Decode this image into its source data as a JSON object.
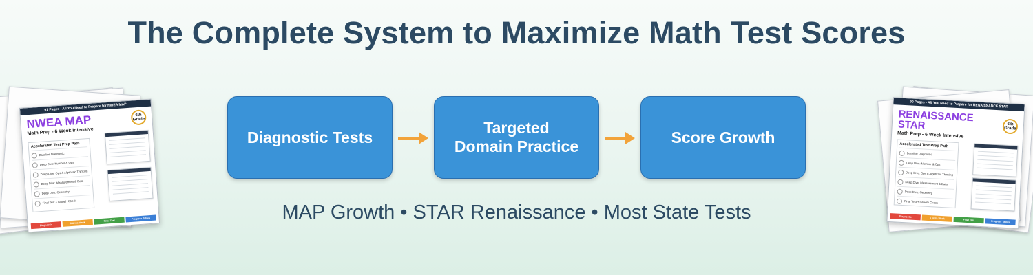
{
  "title": "The Complete System to Maximize Math Test Scores",
  "steps": [
    {
      "label": "Diagnostic Tests"
    },
    {
      "label": "Targeted\nDomain Practice"
    },
    {
      "label": "Score Growth"
    }
  ],
  "subtitle": "MAP Growth • STAR Renaissance • Most State Tests",
  "colors": {
    "title": "#2c4a63",
    "step_fill": "#3a93d8",
    "arrow": "#f2a33a",
    "product_title": "#8c3fe0"
  },
  "products": [
    {
      "topbar": "91 Pages - All You Need to Prepare for NWEA MAP",
      "title": "NWEA MAP",
      "subtitle": "Math Prep - 6 Week Intensive",
      "grade": "6th\nGrade",
      "path_title": "Accelerated Test Prep Path",
      "path_items": [
        "Baseline Diagnostic",
        "Deep Dive: Number & Ops",
        "Deep Dive: Ops & Algebraic Thinking",
        "Deep Dive: Measurement & Data",
        "Deep Dive: Geometry",
        "Final Test + Growth Check"
      ],
      "buttons": [
        "Diagnostic",
        "6 Units Week",
        "Final Test",
        "Progress Tables"
      ]
    },
    {
      "topbar": "90 Pages - All You Need to Prepare for RENAISSANCE STAR",
      "title": "RENAISSANCE STAR",
      "subtitle": "Math Prep - 6 Week Intensive",
      "grade": "6th\nGrade",
      "path_title": "Accelerated Test Prep Path",
      "path_items": [
        "Baseline Diagnostic",
        "Deep Dive: Number & Ops",
        "Deep Dive: Ops & Algebraic Thinking",
        "Deep Dive: Measurement & Data",
        "Deep Dive: Geometry",
        "Final Test + Growth Check"
      ],
      "buttons": [
        "Diagnostic",
        "6 Units Week",
        "Final Test",
        "Progress Tables"
      ]
    }
  ]
}
